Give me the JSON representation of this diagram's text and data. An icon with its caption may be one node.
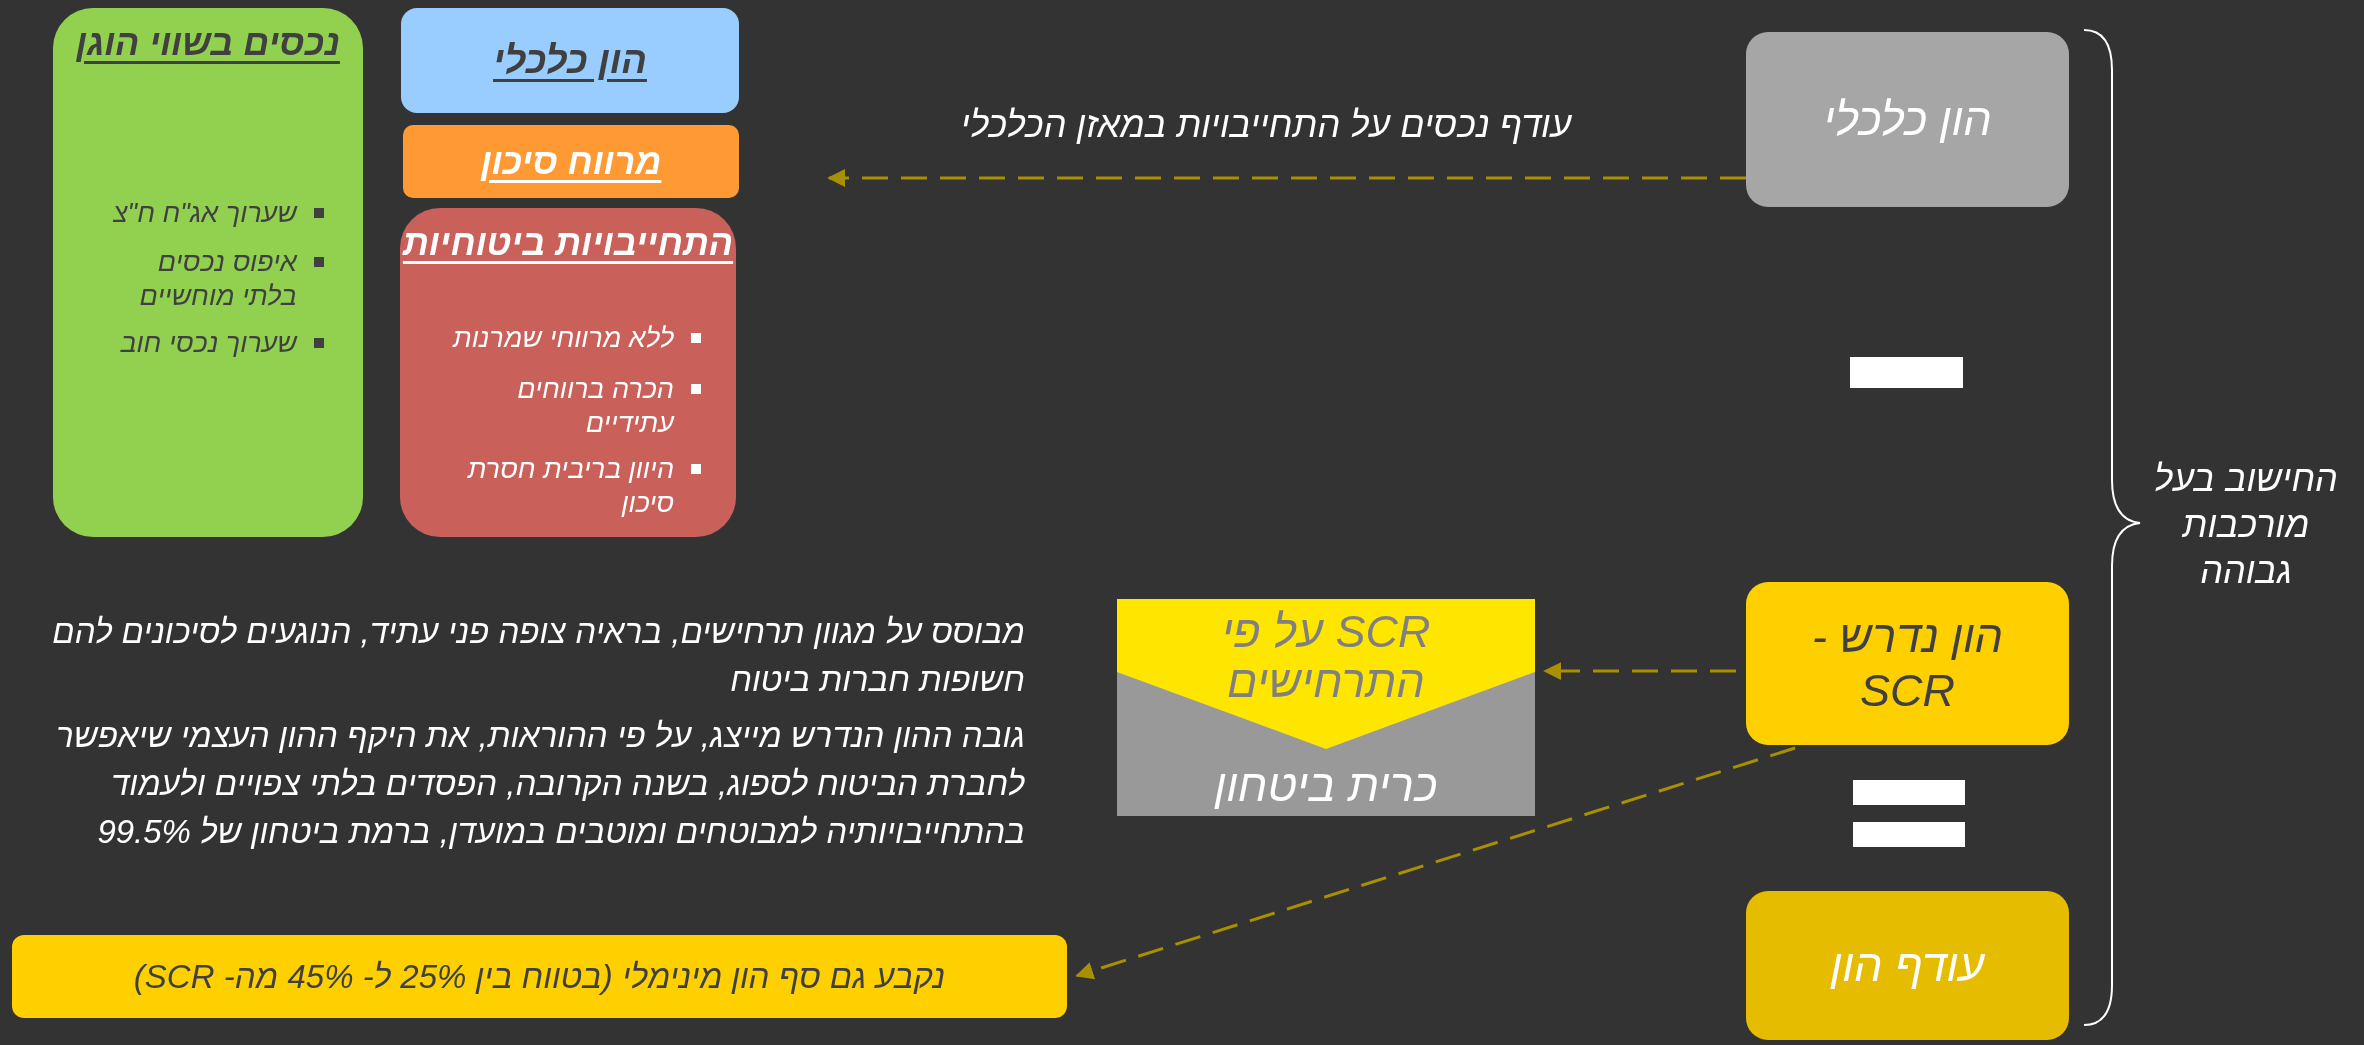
{
  "diagram": {
    "nodes": [
      {
        "text": [
          "נכסים בשווי הוגן",
          "שערוך אג\"ח ח\"צ",
          "איפוס נכסים בלתי מוחשיים",
          "שערוך נכסי חוב"
        ]
      },
      {
        "text": [
          "הון כלכלי"
        ]
      },
      {
        "text": [
          "מרווח סיכון"
        ]
      },
      {
        "text": [
          "התחייבויות ביטוחיות",
          "ללא מרווחי שמרנות",
          "הכרה ברווחים עתידיים",
          "היוון בריבית חסרת סיכון"
        ]
      },
      {
        "text": [
          "הון כלכלי"
        ]
      },
      {
        "text": [],
        "shape": "minus"
      },
      {
        "text": [
          "הון נדרש - SCR"
        ]
      },
      {
        "text": [],
        "shape": "equals"
      },
      {
        "text": [
          "עודף הון"
        ]
      },
      {
        "text": [
          "SCR על פי התרחישים",
          "כרית ביטחון"
        ]
      },
      {
        "text": [
          "נקבע גם סף הון מינימלי (בטווח בין 25% ל- 45% מה- SCR)"
        ]
      }
    ],
    "edges": [
      {
        "from": 4,
        "to": null,
        "arrow": "to",
        "label": "עודף נכסים על התחייבויות במאזן הכלכלי",
        "style": "dashed"
      },
      {
        "from": 6,
        "to": 9,
        "arrow": "to",
        "style": "dashed"
      },
      {
        "from": 6,
        "to": 10,
        "arrow": "to",
        "style": "dashed"
      }
    ],
    "labels": [
      "מבוסס על מגוון תרחישים, בראיה צופה פני עתיד, הנוגעים לסיכונים להם חשופות חברות ביטוח",
      "גובה ההון הנדרש מייצג, על פי ההוראות, את היקף ההון העצמי שיאפשר לחברת הביטוח לספוג, בשנה הקרובה, הפסדים בלתי צפויים ולעמוד בהתחייבויותיה למבוטחים ומוטבים במועדן, ברמת ביטחון של 99.5%",
      "החישוב בעל מורכבות גבוהה"
    ]
  }
}
